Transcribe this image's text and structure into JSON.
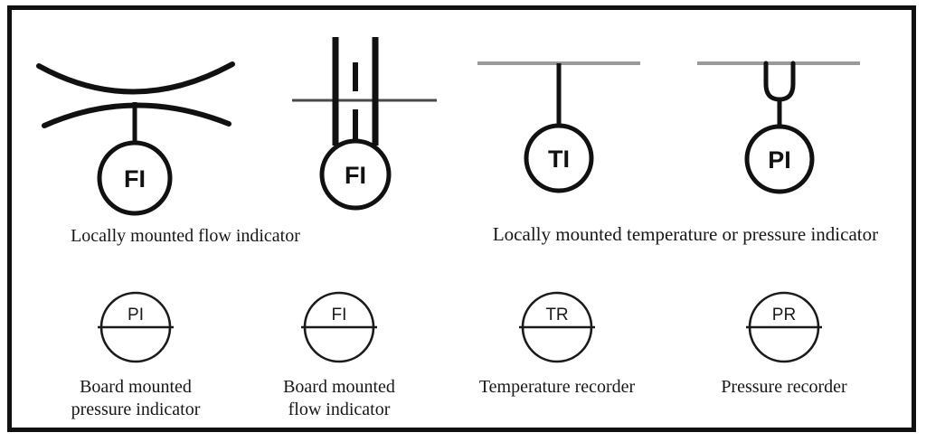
{
  "figure": {
    "kind": "p-and-id-instrument-symbol-legend",
    "border_color": "#111111",
    "background": "#ffffff",
    "line_color": "#111111",
    "pipe_color": "#9a9a9a"
  },
  "symbols": [
    {
      "id": "locally-mounted-flow-indicator-venturi",
      "tag": "FI",
      "tag_style": "bold",
      "device": "venturi-flow-element",
      "caption": "Locally mounted flow indicator",
      "caption_lines": [
        "Locally mounted flow indicator"
      ],
      "row": 1,
      "column": 1
    },
    {
      "id": "locally-mounted-flow-indicator-orifice",
      "tag": "FI",
      "tag_style": "bold",
      "device": "orifice-plate-flow-element",
      "caption": "Locally mounted flow indicator",
      "caption_lines": [
        "Locally mounted flow indicator"
      ],
      "row": 1,
      "column": 2
    },
    {
      "id": "locally-mounted-temperature-indicator",
      "tag": "TI",
      "tag_style": "bold",
      "device": "direct-pipe-connection",
      "caption": "Locally mounted temperature or pressure indicator",
      "caption_lines": [
        "Locally mounted temperature or pressure indicator"
      ],
      "row": 1,
      "column": 3
    },
    {
      "id": "locally-mounted-pressure-indicator",
      "tag": "PI",
      "tag_style": "bold",
      "device": "siphon-pigtail-connection",
      "caption": "Locally mounted temperature or pressure indicator",
      "caption_lines": [
        "Locally mounted temperature or pressure indicator"
      ],
      "row": 1,
      "column": 4
    },
    {
      "id": "board-mounted-pressure-indicator",
      "tag": "PI",
      "tag_style": "thin",
      "device": "board-mounted-balloon",
      "caption": "Board mounted\npressure indicator",
      "caption_lines": [
        "Board mounted",
        "pressure indicator"
      ],
      "row": 2,
      "column": 1
    },
    {
      "id": "board-mounted-flow-indicator",
      "tag": "FI",
      "tag_style": "thin",
      "device": "board-mounted-balloon",
      "caption": "Board mounted\nflow indicator",
      "caption_lines": [
        "Board mounted",
        "flow indicator"
      ],
      "row": 2,
      "column": 2
    },
    {
      "id": "temperature-recorder",
      "tag": "TR",
      "tag_style": "thin",
      "device": "board-mounted-balloon",
      "caption": "Temperature recorder",
      "caption_lines": [
        "Temperature recorder"
      ],
      "row": 2,
      "column": 3
    },
    {
      "id": "pressure-recorder",
      "tag": "PR",
      "tag_style": "thin",
      "device": "board-mounted-balloon",
      "caption": "Pressure recorder",
      "caption_lines": [
        "Pressure recorder"
      ],
      "row": 2,
      "column": 4
    }
  ],
  "captions": {
    "row1_left": "Locally mounted flow indicator",
    "row1_right": "Locally mounted temperature or pressure indicator",
    "row2_c1": "Board mounted\npressure indicator",
    "row2_c2": "Board mounted\nflow indicator",
    "row2_c3": "Temperature recorder",
    "row2_c4": "Pressure recorder"
  }
}
